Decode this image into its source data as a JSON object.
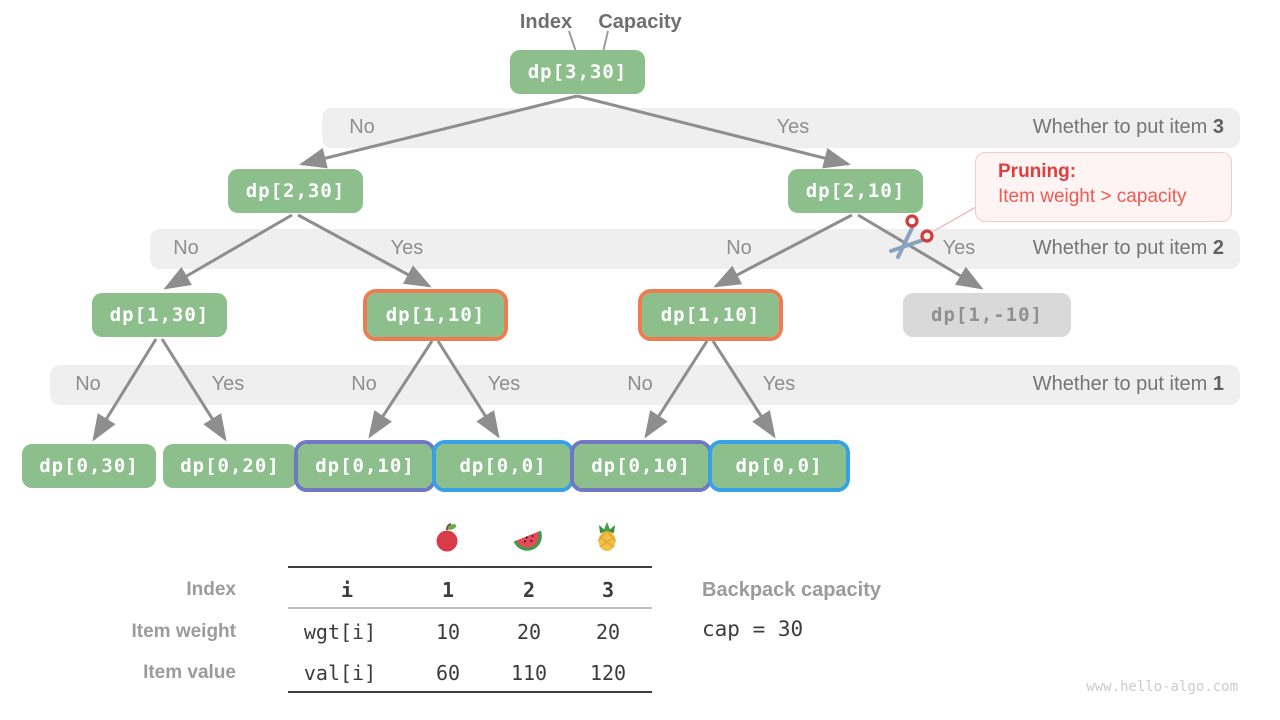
{
  "header": {
    "index_label": "Index",
    "capacity_label": "Capacity"
  },
  "nodes": {
    "root": "dp[3,30]",
    "n230": "dp[2,30]",
    "n210": "dp[2,10]",
    "n130": "dp[1,30]",
    "n110a": "dp[1,10]",
    "n110b": "dp[1,10]",
    "n1m10": "dp[1,-10]",
    "n030": "dp[0,30]",
    "n020": "dp[0,20]",
    "n010a": "dp[0,10]",
    "n000a": "dp[0,0]",
    "n010b": "dp[0,10]",
    "n000b": "dp[0,0]"
  },
  "bands": [
    {
      "labels": [
        "No",
        "Yes"
      ],
      "question": "Whether to put item ",
      "item": "3"
    },
    {
      "labels": [
        "No",
        "Yes",
        "No",
        "Yes"
      ],
      "question": "Whether to put item ",
      "item": "2"
    },
    {
      "labels": [
        "No",
        "Yes",
        "No",
        "Yes",
        "No",
        "Yes"
      ],
      "question": "Whether to put item ",
      "item": "1"
    }
  ],
  "pruning": {
    "title": "Pruning",
    "colon": ":",
    "text": "Item weight > capacity"
  },
  "table": {
    "fruits": [
      "apple-icon",
      "watermelon-icon",
      "pineapple-icon"
    ],
    "row_headers": [
      "Index",
      "Item weight",
      "Item value"
    ],
    "header_row": [
      "i",
      "1",
      "2",
      "3"
    ],
    "weight_row": [
      "wgt[i]",
      "10",
      "20",
      "20"
    ],
    "value_row": [
      "val[i]",
      "60",
      "110",
      "120"
    ]
  },
  "capacity": {
    "label": "Backpack capacity",
    "value": "cap = 30"
  },
  "watermark": "www.hello-algo.com",
  "colors": {
    "node_green": "#8cbf8c",
    "node_gray": "#d9d9d9",
    "border_orange": "#ed7d50",
    "border_purple": "#7078c4",
    "border_blue": "#36a2e5",
    "band_bg": "#efefef",
    "arrow": "#8e8e8e",
    "pruning_red": "#e03e3e"
  }
}
